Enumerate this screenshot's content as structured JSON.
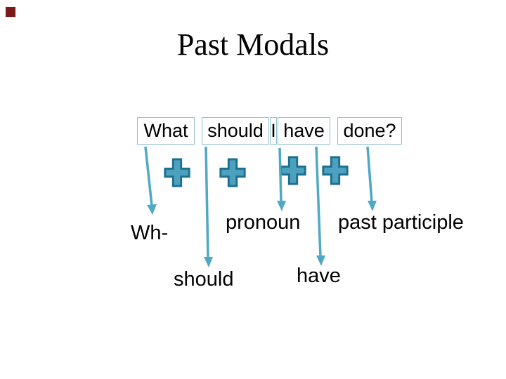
{
  "slide_title": "Past Modals",
  "sentence": {
    "boxes": [
      {
        "word": "What"
      },
      {
        "word": "should"
      },
      {
        "word": "I"
      },
      {
        "word": "have"
      },
      {
        "word": "done?"
      }
    ]
  },
  "labels": {
    "wh": "Wh-",
    "pronoun": "pronoun",
    "past_participle": "past participle",
    "should": "should",
    "have": "have"
  },
  "icons": {
    "plus": "plus-icon",
    "arrow": "arrow-down-icon",
    "corner_marker": "corner-marker"
  },
  "colors": {
    "background": "#ffffff",
    "text": "#000000",
    "box_border": "#93c1ce",
    "plus_fill": "#4ba1be",
    "plus_stroke": "#1e6e8d",
    "arrow": "#4fa8c4",
    "corner_marker_red": "#7b1a17"
  }
}
